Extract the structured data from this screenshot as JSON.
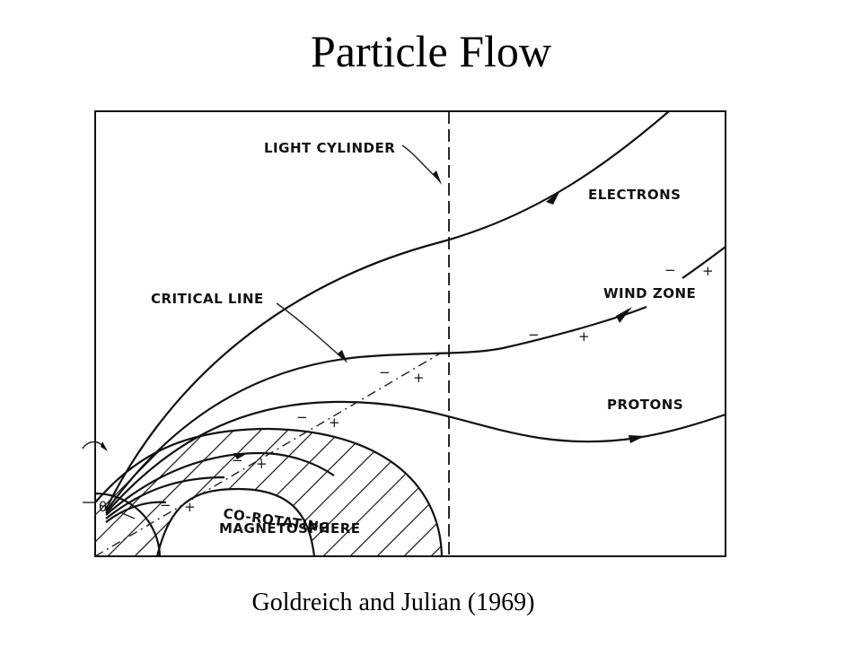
{
  "slide": {
    "title": "Particle Flow",
    "caption": "Goldreich and Julian (1969)"
  },
  "figure": {
    "labels": {
      "light_cylinder": "LIGHT CYLINDER",
      "electrons": "ELECTRONS",
      "wind_zone": "WIND ZONE",
      "critical_line": "CRITICAL LINE",
      "protons": "PROTONS",
      "corotating_line1": "CO-ROTATING",
      "corotating_line2": "MAGNETOSPHERE",
      "theta": "θ₀"
    },
    "signs": {
      "minus": "−",
      "plus": "+"
    }
  }
}
